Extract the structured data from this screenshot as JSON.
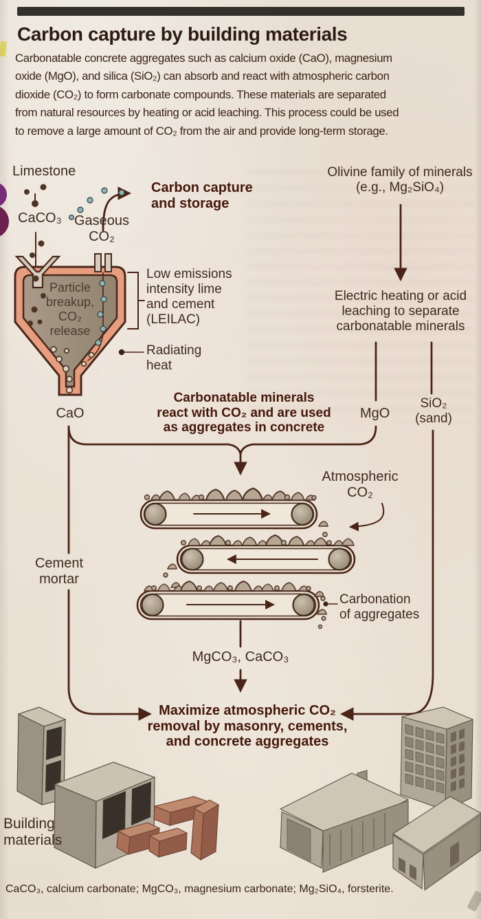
{
  "page": {
    "title": "Carbon capture by building materials",
    "intro": "Carbonatable concrete aggregates such as calcium oxide (CaO), magnesium\noxide (MgO), and silica (SiO₂) can absorb and react with atmospheric carbon\ndioxide (CO₂) to form carbonate compounds. These materials are separated\nfrom natural resources by heating or acid leaching. This process could be used\nto remove a large amount of CO₂ from the air and provide long-term storage.",
    "footnote": "CaCO₃, calcium carbonate; MgCO₃, magnesium carbonate; Mg₂SiO₄, forsterite."
  },
  "labels": {
    "limestone": "Limestone",
    "caco3": "CaCO₃",
    "gaseous_co2": "Gaseous\nCO₂",
    "carbon_capture_storage": "Carbon capture\nand storage",
    "kiln_interior": "Particle\nbreakup,\nCO₂\nrelease",
    "leilac": "Low emissions\nintensity lime\nand cement\n(LEILAC)",
    "radiating_heat": "Radiating\nheat",
    "cao": "CaO",
    "olivine": "Olivine family of minerals\n(e.g., Mg₂SiO₄)",
    "electric_heating": "Electric heating or acid\nleaching to separate\ncarbonatable minerals",
    "carbonatable_minerals": "Carbonatable minerals\nreact with CO₂ and are used\nas aggregates in concrete",
    "mgo": "MgO",
    "sio2_sand": "SiO₂\n(sand)",
    "atmospheric_co2": "Atmospheric\nCO₂",
    "cement_mortar": "Cement\nmortar",
    "carbonation": "Carbonation\nof aggregates",
    "mgco3_caco3": "MgCO₃, CaCO₃",
    "maximize": "Maximize atmospheric CO₂\nremoval by masonry, cements,\nand concrete aggregates",
    "building_materials": "Building\nmaterials"
  },
  "colors": {
    "paper": "#eae2d6",
    "top_bar": "#31312a",
    "line": "#4a2416",
    "bold_text": "#45180b",
    "body_text": "#3b2418",
    "kiln_shell": "#e89d7e",
    "kiln_interior": "#a29280",
    "co2_dot": "#8fb4b6",
    "particle_dot": "#4e3526",
    "rock": "#b6a692",
    "brick": "#aa7058",
    "concrete": "#b2a99b"
  }
}
